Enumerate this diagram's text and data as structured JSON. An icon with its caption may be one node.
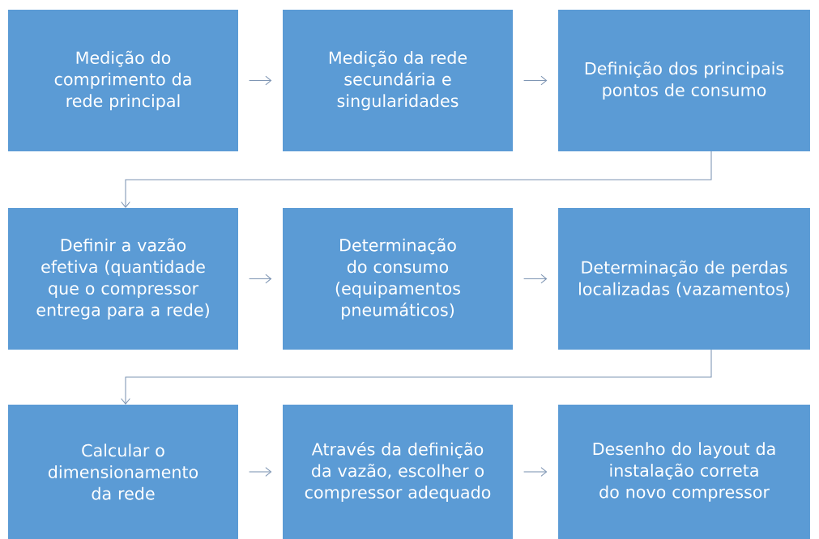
{
  "diagram": {
    "nodes": [
      {
        "text": [
          "Medição do comprimento da rede principal"
        ]
      },
      {
        "text": [
          "Medição da rede secundária e singularidades"
        ]
      },
      {
        "text": [
          "Definição dos principais pontos de consumo"
        ]
      },
      {
        "text": [
          "Definir a vazão efetiva (quantidade que o compressor entrega para a rede)"
        ]
      },
      {
        "text": [
          "Determinação do consumo (equipamentos pneumáticos)"
        ]
      },
      {
        "text": [
          "Determinação de perdas localizadas (vazamentos)"
        ]
      },
      {
        "text": [
          "Calcular o dimensionamento da rede"
        ]
      },
      {
        "text": [
          "Através da definição da vazão, escolher o compressor adequado"
        ]
      },
      {
        "text": [
          "Desenho do layout da instalação correta do novo compressor"
        ]
      }
    ],
    "edges": [
      {
        "from": 0,
        "to": 1,
        "arrow": "to"
      },
      {
        "from": 1,
        "to": 2,
        "arrow": "to"
      },
      {
        "from": 2,
        "to": 3,
        "arrow": "to"
      },
      {
        "from": 3,
        "to": 4,
        "arrow": "to"
      },
      {
        "from": 4,
        "to": 5,
        "arrow": "to"
      },
      {
        "from": 5,
        "to": 6,
        "arrow": "to"
      },
      {
        "from": 6,
        "to": 7,
        "arrow": "to"
      },
      {
        "from": 7,
        "to": 8,
        "arrow": "to"
      }
    ]
  }
}
